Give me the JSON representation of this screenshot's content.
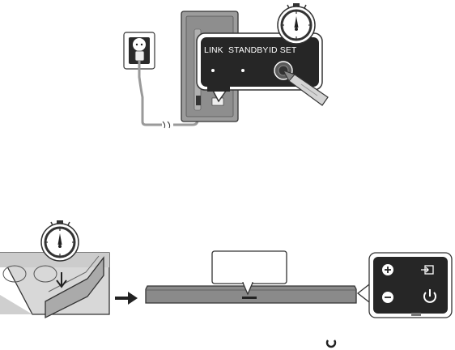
{
  "rear_panel": {
    "link_label": "LINK",
    "standby_label": "STANDBY",
    "id_set_label": "ID SET"
  },
  "icons": {
    "outlet": "power-outlet-icon",
    "timer_top": "stopwatch-icon",
    "timer_bottom": "stopwatch-icon",
    "pen": "pen-icon",
    "arrow": "right-arrow-icon",
    "plus": "plus-icon",
    "minus": "minus-icon",
    "source": "source-input-icon",
    "power": "power-icon",
    "standby_indicator": "open-circle-icon"
  },
  "colors": {
    "panel_dark": "#222222",
    "device_gray": "#8a8a8a",
    "subwoofer_gray": "#9a9a9a",
    "line": "#333333"
  }
}
